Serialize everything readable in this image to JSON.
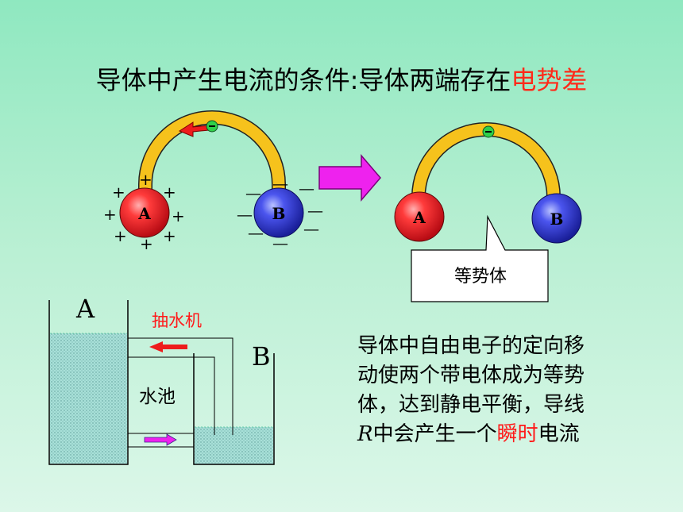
{
  "title": {
    "prefix": "导体中产生电流的条件:导体两端存在",
    "highlight": "电势差"
  },
  "left_circuit": {
    "sphere_a": "A",
    "sphere_b": "B",
    "positive_sign": "+",
    "negative_sign": "—",
    "electron_sign": "−"
  },
  "right_circuit": {
    "sphere_a": "A",
    "sphere_b": "B",
    "electron_sign": "−",
    "callout": "等势体"
  },
  "water_analogy": {
    "tank_a": "A",
    "tank_b": "B",
    "pump": "抽水机",
    "pool": "水池"
  },
  "paragraph": {
    "line1": "导体中自由电子的定向移",
    "line2": "动使两个带电体成为等势",
    "line3": "体，达到静电平衡，导线",
    "line4_italic": "R",
    "line4_a": "中会产生一个",
    "line4_highlight": "瞬时",
    "line4_b": "电流"
  },
  "colors": {
    "highlight": "#ff2a1a",
    "conductor": "#f6c21c",
    "sphere_a": "#ee2a30",
    "sphere_b": "#3845d8",
    "arrow": "#ee22ee",
    "water": "#9ddcd4"
  }
}
